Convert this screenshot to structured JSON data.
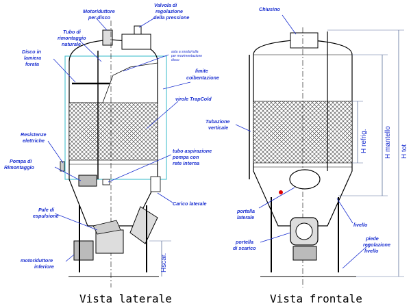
{
  "captions": {
    "lateral": "Vista laterale",
    "frontal": "Vista frontale"
  },
  "labels": {
    "motoriduttore_disco": [
      "Motoriduttore",
      "per disco"
    ],
    "valvola": [
      "Valvola di",
      "regolazione",
      "della pressione"
    ],
    "tubo_rimontaggio": [
      "Tubo di",
      "rimontaggio",
      "naturale"
    ],
    "disco": [
      "Disco in",
      "lamiera",
      "forata"
    ],
    "asta_small": [
      "asta a snodo/rulla",
      "per movimentazione",
      "disco"
    ],
    "limite_coibentazione": [
      "limite",
      "coibentazione"
    ],
    "virole": "virole TrapCold",
    "resistenze": [
      "Resistenze",
      "elettriche"
    ],
    "pompa": [
      "Pompa di",
      "Rimontaggio"
    ],
    "tubo_aspirazione": [
      "tubo aspirazione",
      "pompa con",
      "rete interna"
    ],
    "carico_laterale": "Carico laterale",
    "pale": [
      "Pale di",
      "espulsione"
    ],
    "motoriduttore_inferiore": [
      "motoriduttore",
      "inferiore"
    ],
    "chiusino": "Chiusino",
    "tubazione": [
      "Tubazione",
      "verticale"
    ],
    "portella_laterale": [
      "portella",
      "laterale"
    ],
    "portella_scarico": [
      "portella",
      "di scarico"
    ],
    "livello": "livello",
    "piede": [
      "piede",
      "regolazione",
      "livello"
    ]
  },
  "dimensions": {
    "hscar": "Hscar.",
    "h_refrig": "H refrig.",
    "h_mantello": "H mantello",
    "h_tot": "H tot"
  },
  "colors": {
    "annotation": "#1a2fd0",
    "insulation": "#30b8c8",
    "outline": "#000000",
    "dimension": "#5a6f9a"
  }
}
